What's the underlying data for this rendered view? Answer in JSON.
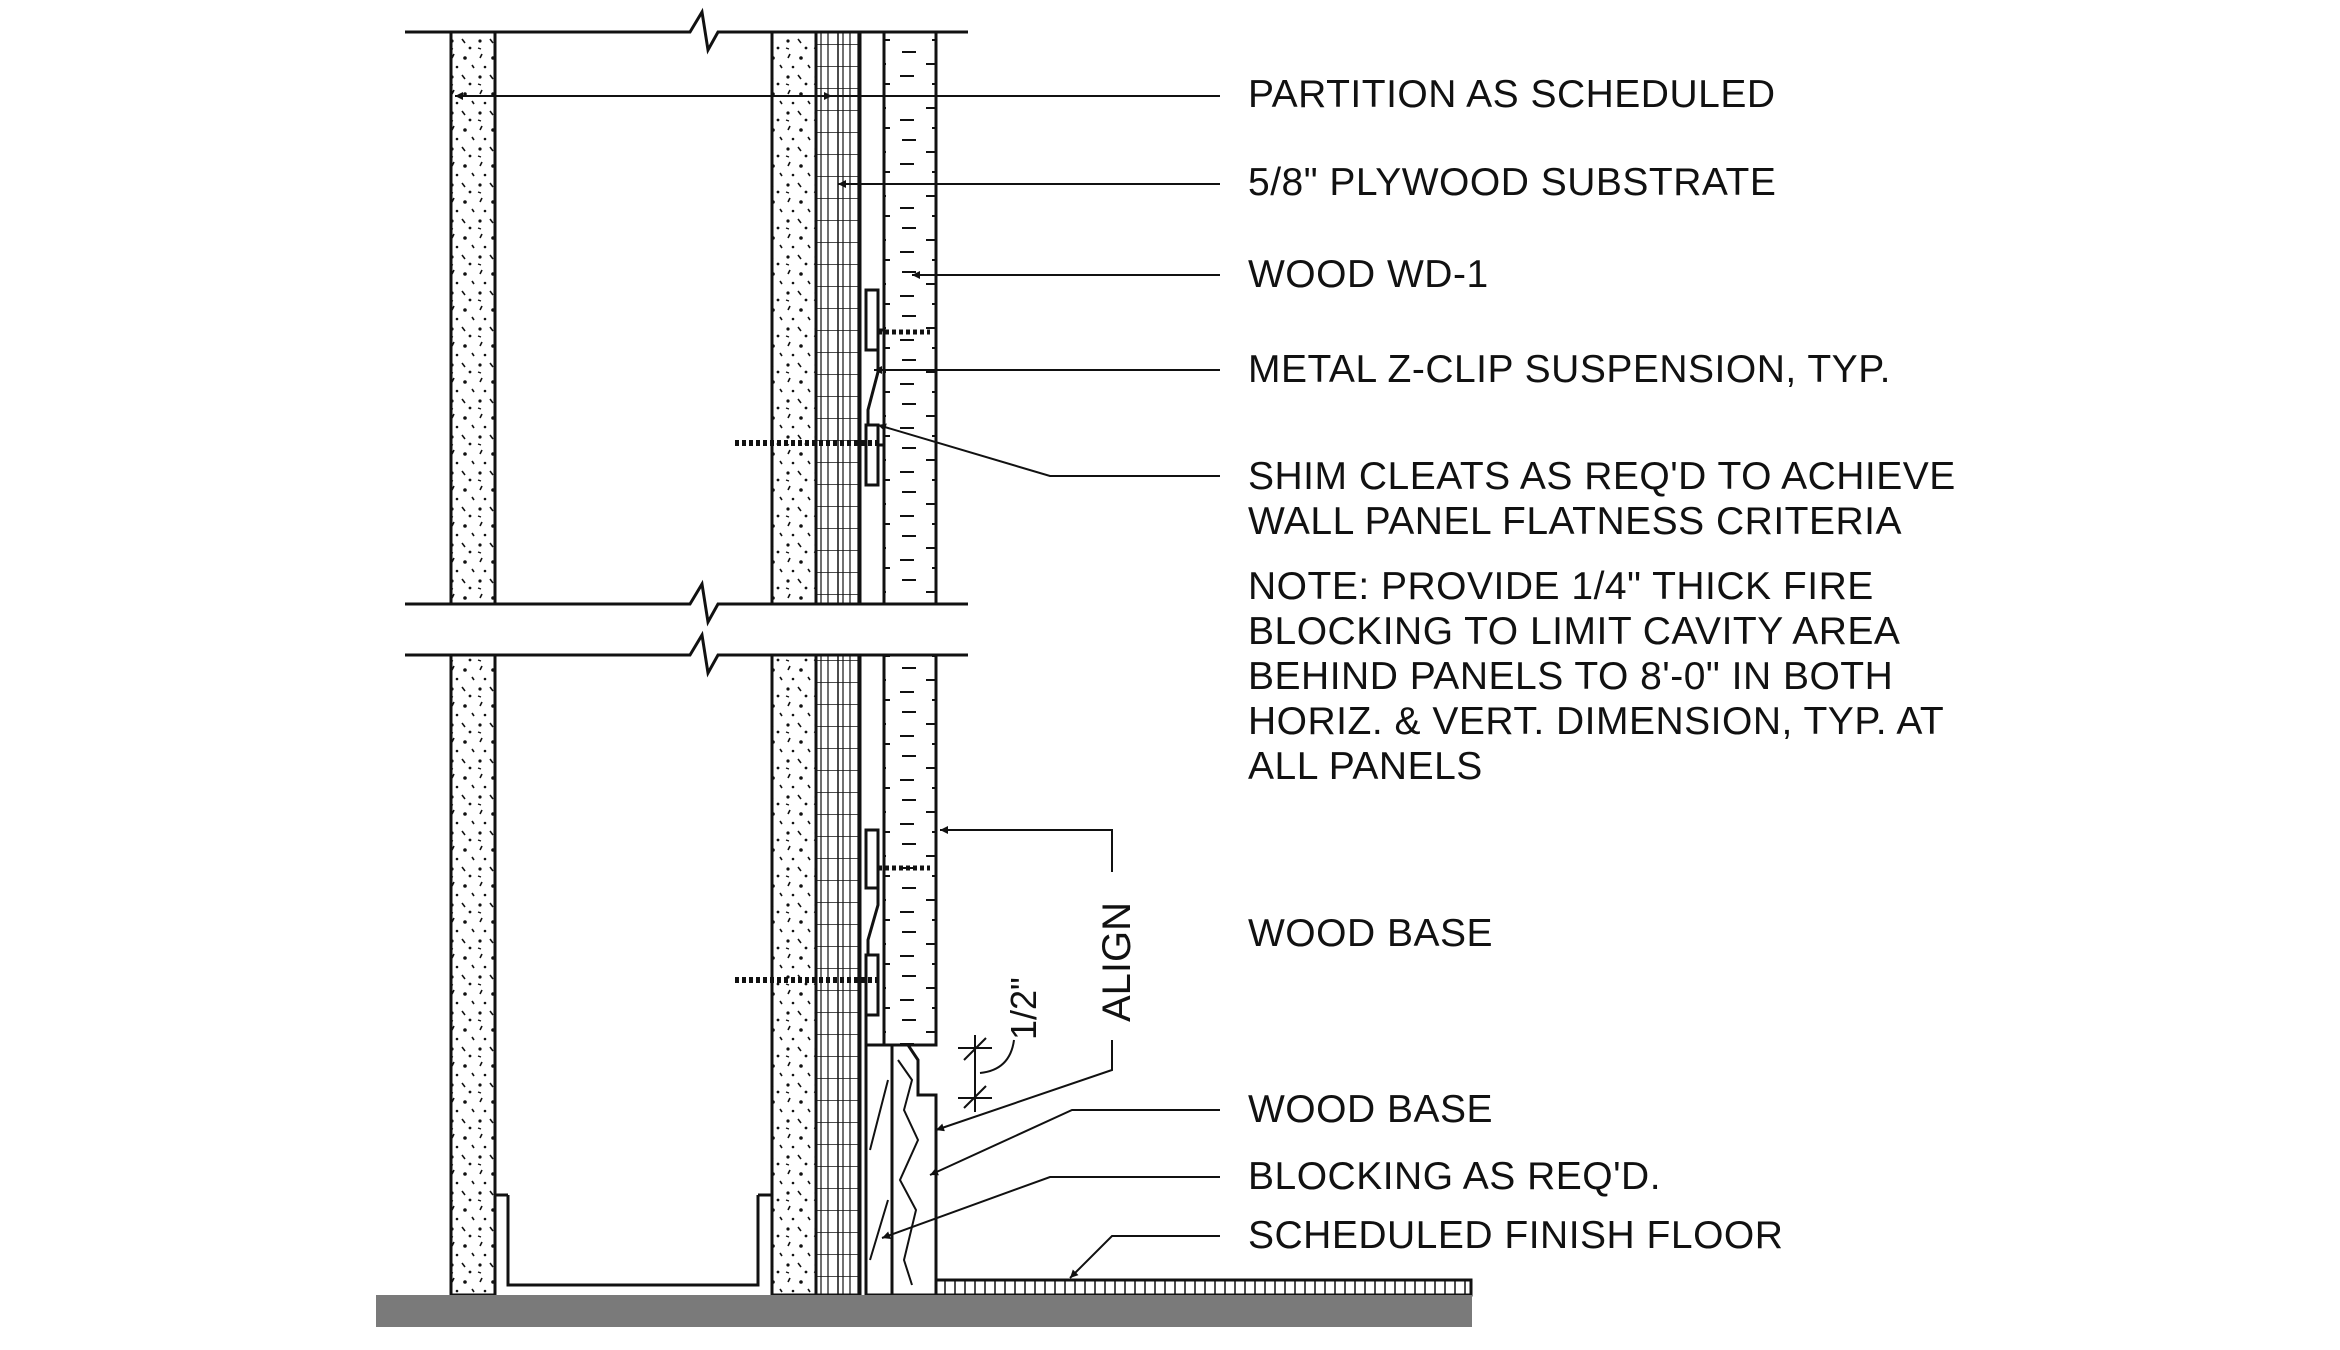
{
  "labels": {
    "partition": "PARTITION AS SCHEDULED",
    "plywood": "5/8\" PLYWOOD SUBSTRATE",
    "wood_wd1": "WOOD WD-1",
    "zclip": "METAL Z-CLIP SUSPENSION, TYP.",
    "shim_line1": "SHIM CLEATS AS REQ'D TO ACHIEVE",
    "shim_line2": "WALL PANEL FLATNESS CRITERIA",
    "note_lines": [
      "NOTE: PROVIDE 1/4\" THICK FIRE",
      "BLOCKING TO LIMIT CAVITY AREA",
      "BEHIND PANELS TO 8'-0\" IN BOTH",
      "HORIZ. & VERT. DIMENSION, TYP. AT",
      "ALL PANELS"
    ],
    "wood_base_upper": "WOOD BASE",
    "wood_base_lower": "WOOD BASE",
    "blocking": "BLOCKING AS REQ'D.",
    "finish_floor": "SCHEDULED FINISH FLOOR",
    "align": "ALIGN",
    "half_inch": "1/2\""
  },
  "colors": {
    "line": "#111111",
    "slab": "#7a7a7a",
    "background": "#ffffff"
  }
}
